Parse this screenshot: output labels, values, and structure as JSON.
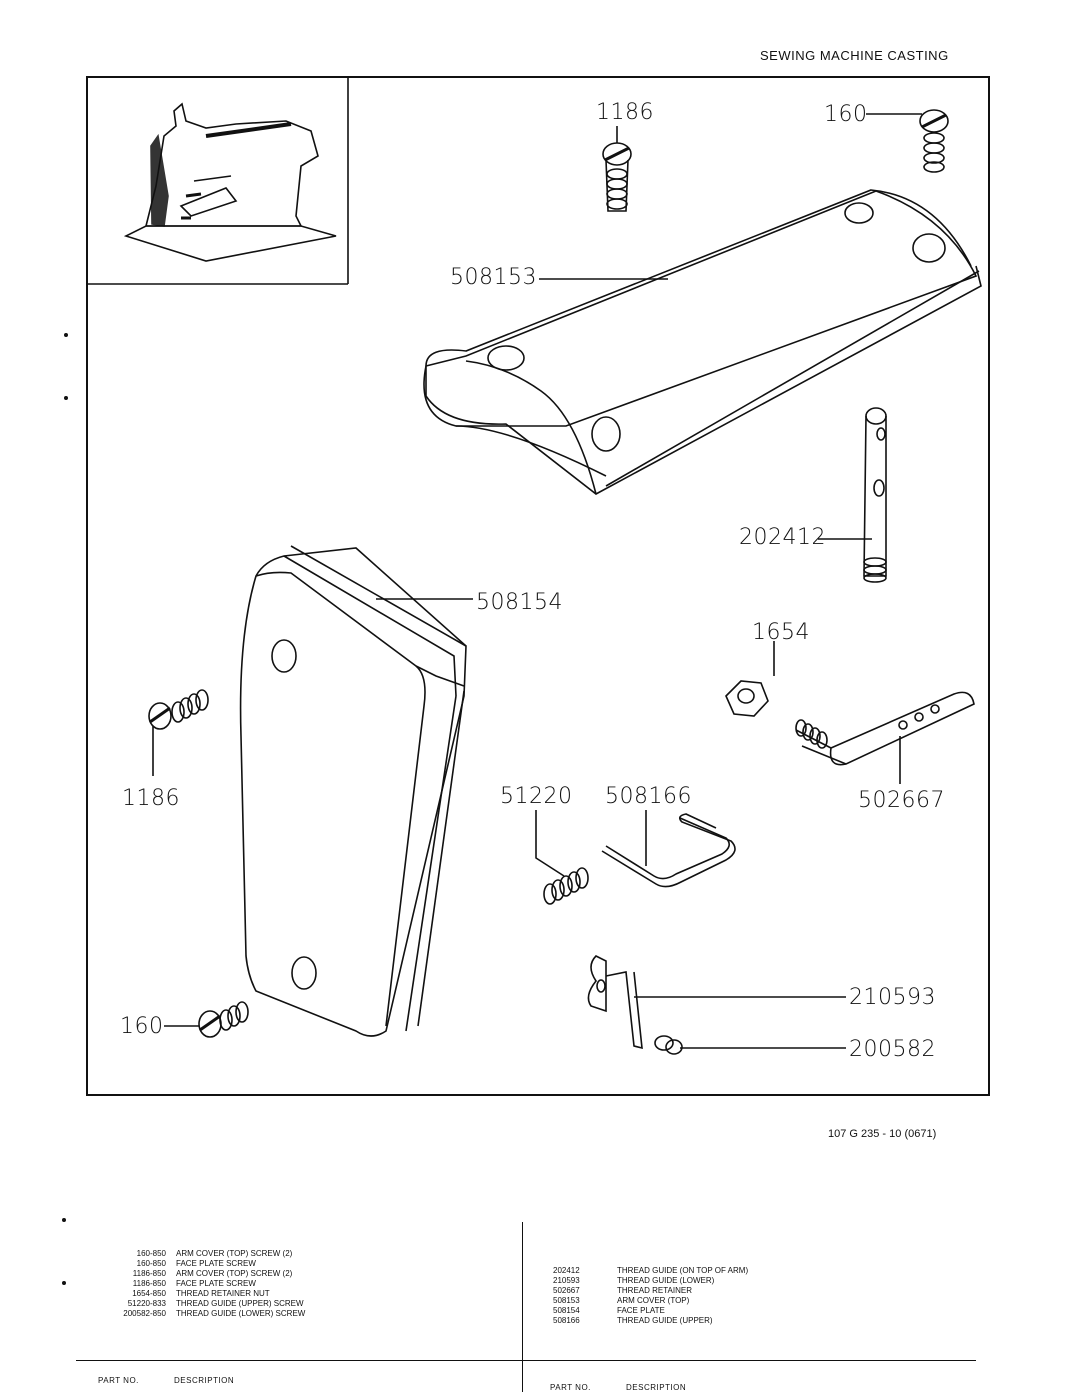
{
  "page": {
    "header_title": "SEWING MACHINE CASTING",
    "reference_code": "107 G 235 - 10 (0671)"
  },
  "callouts": {
    "c1186_top": "1186",
    "c160_top": "160",
    "c508153": "508153",
    "c202412": "202412",
    "c508154": "508154",
    "c1654": "1654",
    "c1186_left": "1186",
    "c51220": "51220",
    "c508166": "508166",
    "c502667": "502667",
    "c210593": "210593",
    "c160_left": "160",
    "c200582": "200582"
  },
  "parts_list_left": [
    {
      "part_no": "160-850",
      "description": "ARM COVER (TOP) SCREW (2)"
    },
    {
      "part_no": "160-850",
      "description": "FACE PLATE SCREW"
    },
    {
      "part_no": "1186-850",
      "description": "ARM COVER (TOP) SCREW (2)"
    },
    {
      "part_no": "1186-850",
      "description": "FACE PLATE SCREW"
    },
    {
      "part_no": "1654-850",
      "description": "THREAD RETAINER NUT"
    },
    {
      "part_no": "51220-833",
      "description": "THREAD GUIDE (UPPER) SCREW"
    },
    {
      "part_no": "200582-850",
      "description": "THREAD GUIDE (LOWER) SCREW"
    }
  ],
  "parts_list_right": [
    {
      "part_no": "202412",
      "description": "THREAD GUIDE (ON TOP OF ARM)"
    },
    {
      "part_no": "210593",
      "description": "THREAD GUIDE (LOWER)"
    },
    {
      "part_no": "502667",
      "description": "THREAD RETAINER"
    },
    {
      "part_no": "508153",
      "description": "ARM COVER (TOP)"
    },
    {
      "part_no": "508154",
      "description": "FACE PLATE"
    },
    {
      "part_no": "508166",
      "description": "THREAD GUIDE (UPPER)"
    }
  ],
  "footer": {
    "left_part_no": "PART NO.",
    "left_description": "DESCRIPTION",
    "right_part_no": "PART NO.",
    "right_description": "DESCRIPTION"
  }
}
